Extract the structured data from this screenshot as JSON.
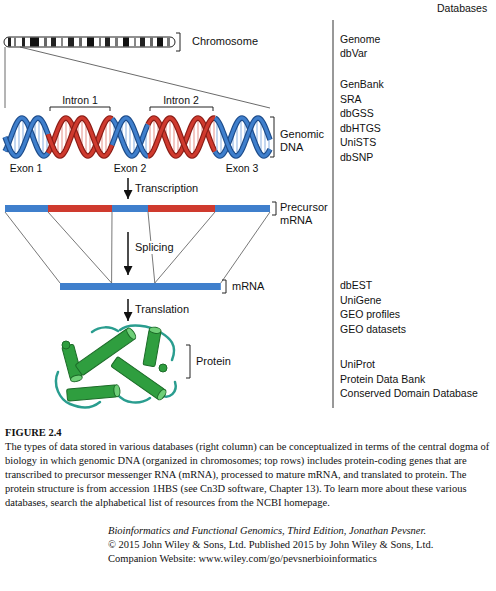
{
  "diagram": {
    "caption": "The types of data stored in various databases (right column) can be conceptualized in terms of the central dogma of biology in which genomic DNA (organized in chromosomes; top rows) includes protein-coding genes that are transcribed to precursor messenger RNA (mRNA), processed to mature mRNA, and translated to protein. The protein structure is from accession 1HBS (see Cn3D software, Chapter 13). To learn more about these various databases, search the alphabetical list of resources from the NCBI homepage.",
    "nodes": [
      {
        "text": [
          "Chromosome"
        ]
      },
      {
        "text": [
          "Genomic DNA"
        ]
      },
      {
        "text": [
          "Precursor mRNA"
        ]
      },
      {
        "text": [
          "mRNA"
        ]
      },
      {
        "text": [
          "Protein"
        ]
      }
    ],
    "edges": [
      {
        "from": 1,
        "to": 2,
        "arrow": "to",
        "label": "Transcription"
      },
      {
        "from": 2,
        "to": 3,
        "arrow": "to",
        "label": "Splicing"
      },
      {
        "from": 3,
        "to": 4,
        "arrow": "to",
        "label": "Translation"
      }
    ],
    "labels": [
      "Databases",
      "Genome",
      "dbVar",
      "Intron 1",
      "Intron 2",
      "Exon 1",
      "Exon 2",
      "Exon 3",
      "GenBank",
      "SRA",
      "dbGSS",
      "dbHTGS",
      "UniSTS",
      "dbSNP",
      "dbEST",
      "UniGene",
      "GEO profiles",
      "GEO datasets",
      "UniProt",
      "Protein Data Bank",
      "Conserved Domain Database",
      "FIGURE 2.4",
      "Bioinformatics and Functional Genomics, Third Edition, Jonathan Pevsner.",
      "© 2015 John Wiley & Sons, Ltd. Published 2015 by John Wiley & Sons, Ltd.",
      "Companion Website: www.wiley.com/go/pevsnerbioinformatics"
    ]
  }
}
